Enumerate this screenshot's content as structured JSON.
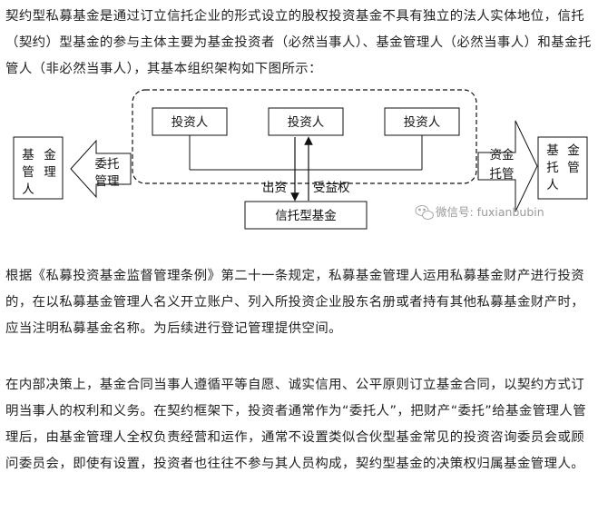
{
  "paragraphs": {
    "p1": "契约型私募基金是通过订立信托企业的形式设立的股权投资基金不具有独立的法人实体地位，信托（契约）型基金的参与主体主要为基金投资者（必然当事人）、基金管理人（必然当事人）和基金托管人（非必然当事人），其基本组织架构如下图所示：",
    "p2": "根据《私募投资基金监督管理条例》第二十一条规定，私募基金管理人运用私募基金财产进行投资的，在以私募基金管理人名义开立账户、列入所投资企业股东名册或者持有其他私募基金财产时，应当注明私募基金名称。为后续进行登记管理提供空间。",
    "p3": "在内部决策上，基金合同当事人遵循平等自愿、诚实信用、公平原则订立基金合同，以契约方式订明当事人的权利和义务。在契约框架下，投资者通常作为“委托人”，把财产“委托”给基金管理人管理后，由基金管理人全权负责经营和运作，通常不设置类似合伙型基金常见的投资咨询委员会或顾问委员会，即使有设置，投资者也往往不参与其人员构成，契约型基金的决策权归属基金管理人。"
  },
  "diagram": {
    "investor_1": "投资人",
    "investor_2": "投资人",
    "investor_3": "投资人",
    "fund": "信托型基金",
    "manager_left": [
      "基",
      "金",
      "管",
      "理",
      "人"
    ],
    "entrust_arrow": [
      "委托",
      "管理"
    ],
    "custody_arrow": [
      "资金",
      "托管"
    ],
    "custodian_right": [
      "基",
      "金",
      "托",
      "管",
      "人"
    ],
    "contribution": "出资",
    "beneficial_right": "受益权"
  },
  "watermark": {
    "icon": "wechat-icon",
    "text": "微信号: fuxianbubin"
  },
  "colors": {
    "text": "#222222",
    "line": "#111111",
    "watermark": "#9a9a9a"
  }
}
